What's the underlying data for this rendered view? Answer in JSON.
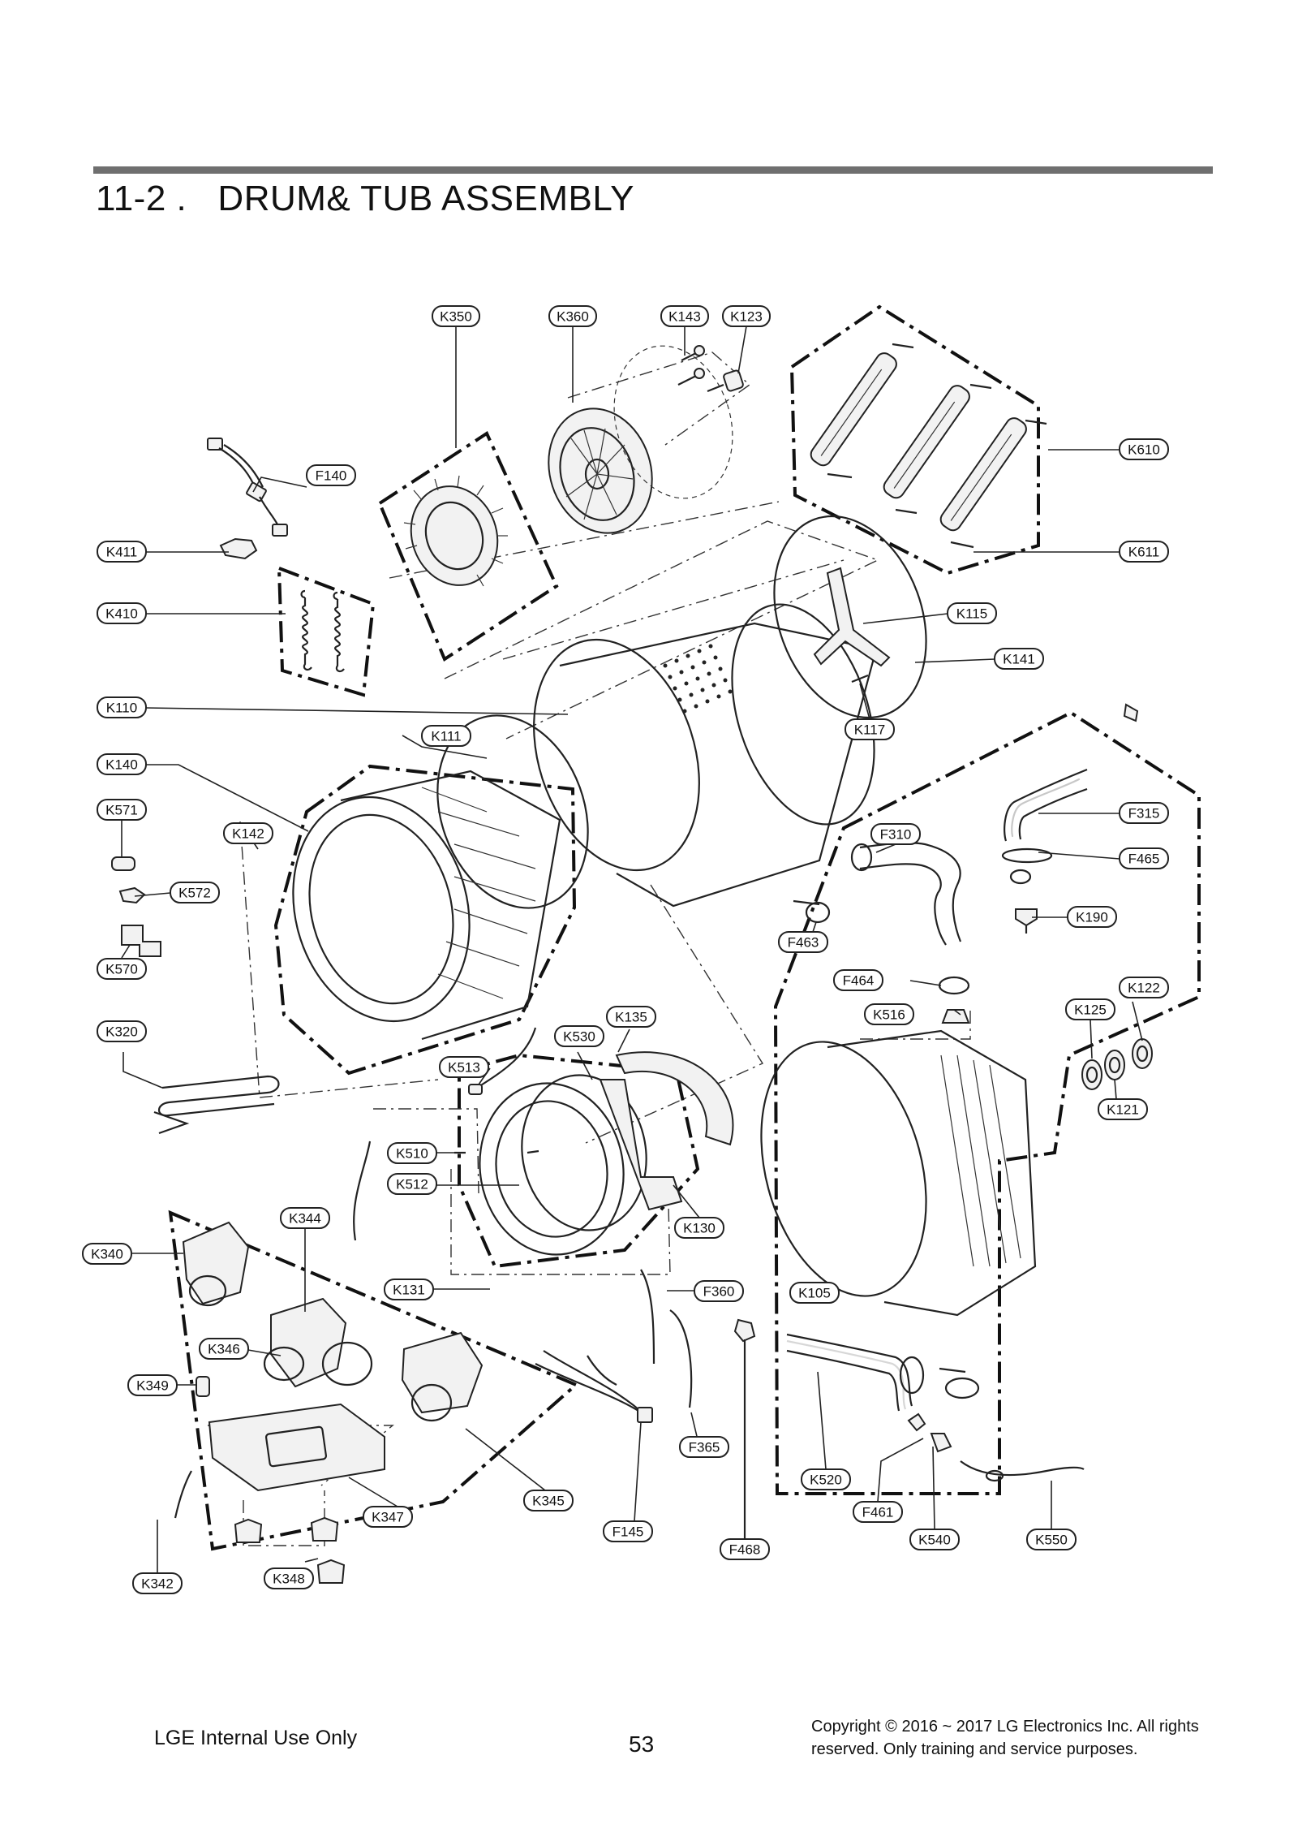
{
  "section_title": "11-2 .   DRUM& TUB ASSEMBLY",
  "callouts": {
    "K350": "K350",
    "K360": "K360",
    "K143": "K143",
    "K123": "K123",
    "F140": "F140",
    "K610": "K610",
    "K411": "K411",
    "K611": "K611",
    "K410": "K410",
    "K115": "K115",
    "K141": "K141",
    "K110": "K110",
    "K117": "K117",
    "K111": "K111",
    "K140": "K140",
    "F315": "F315",
    "K571": "K571",
    "K142": "K142",
    "F310": "F310",
    "F465": "F465",
    "K572": "K572",
    "K190": "K190",
    "F463": "F463",
    "K570": "K570",
    "F464": "F464",
    "K122": "K122",
    "K135": "K135",
    "K516": "K516",
    "K125": "K125",
    "K320": "K320",
    "K530": "K530",
    "K513": "K513",
    "K121": "K121",
    "K510": "K510",
    "K512": "K512",
    "K344": "K344",
    "K130": "K130",
    "K340": "K340",
    "K131": "K131",
    "F360": "F360",
    "K105": "K105",
    "K346": "K346",
    "K349": "K349",
    "F365": "F365",
    "K520": "K520",
    "K345": "K345",
    "K347": "K347",
    "F461": "F461",
    "F145": "F145",
    "F468": "F468",
    "K540": "K540",
    "K550": "K550",
    "K342": "K342",
    "K348": "K348"
  },
  "footer": {
    "left": "LGE Internal Use Only",
    "page": "53",
    "copyright": "Copyright © 2016 ~ 2017 LG Electronics Inc. All rights reserved. Only training and service purposes."
  }
}
